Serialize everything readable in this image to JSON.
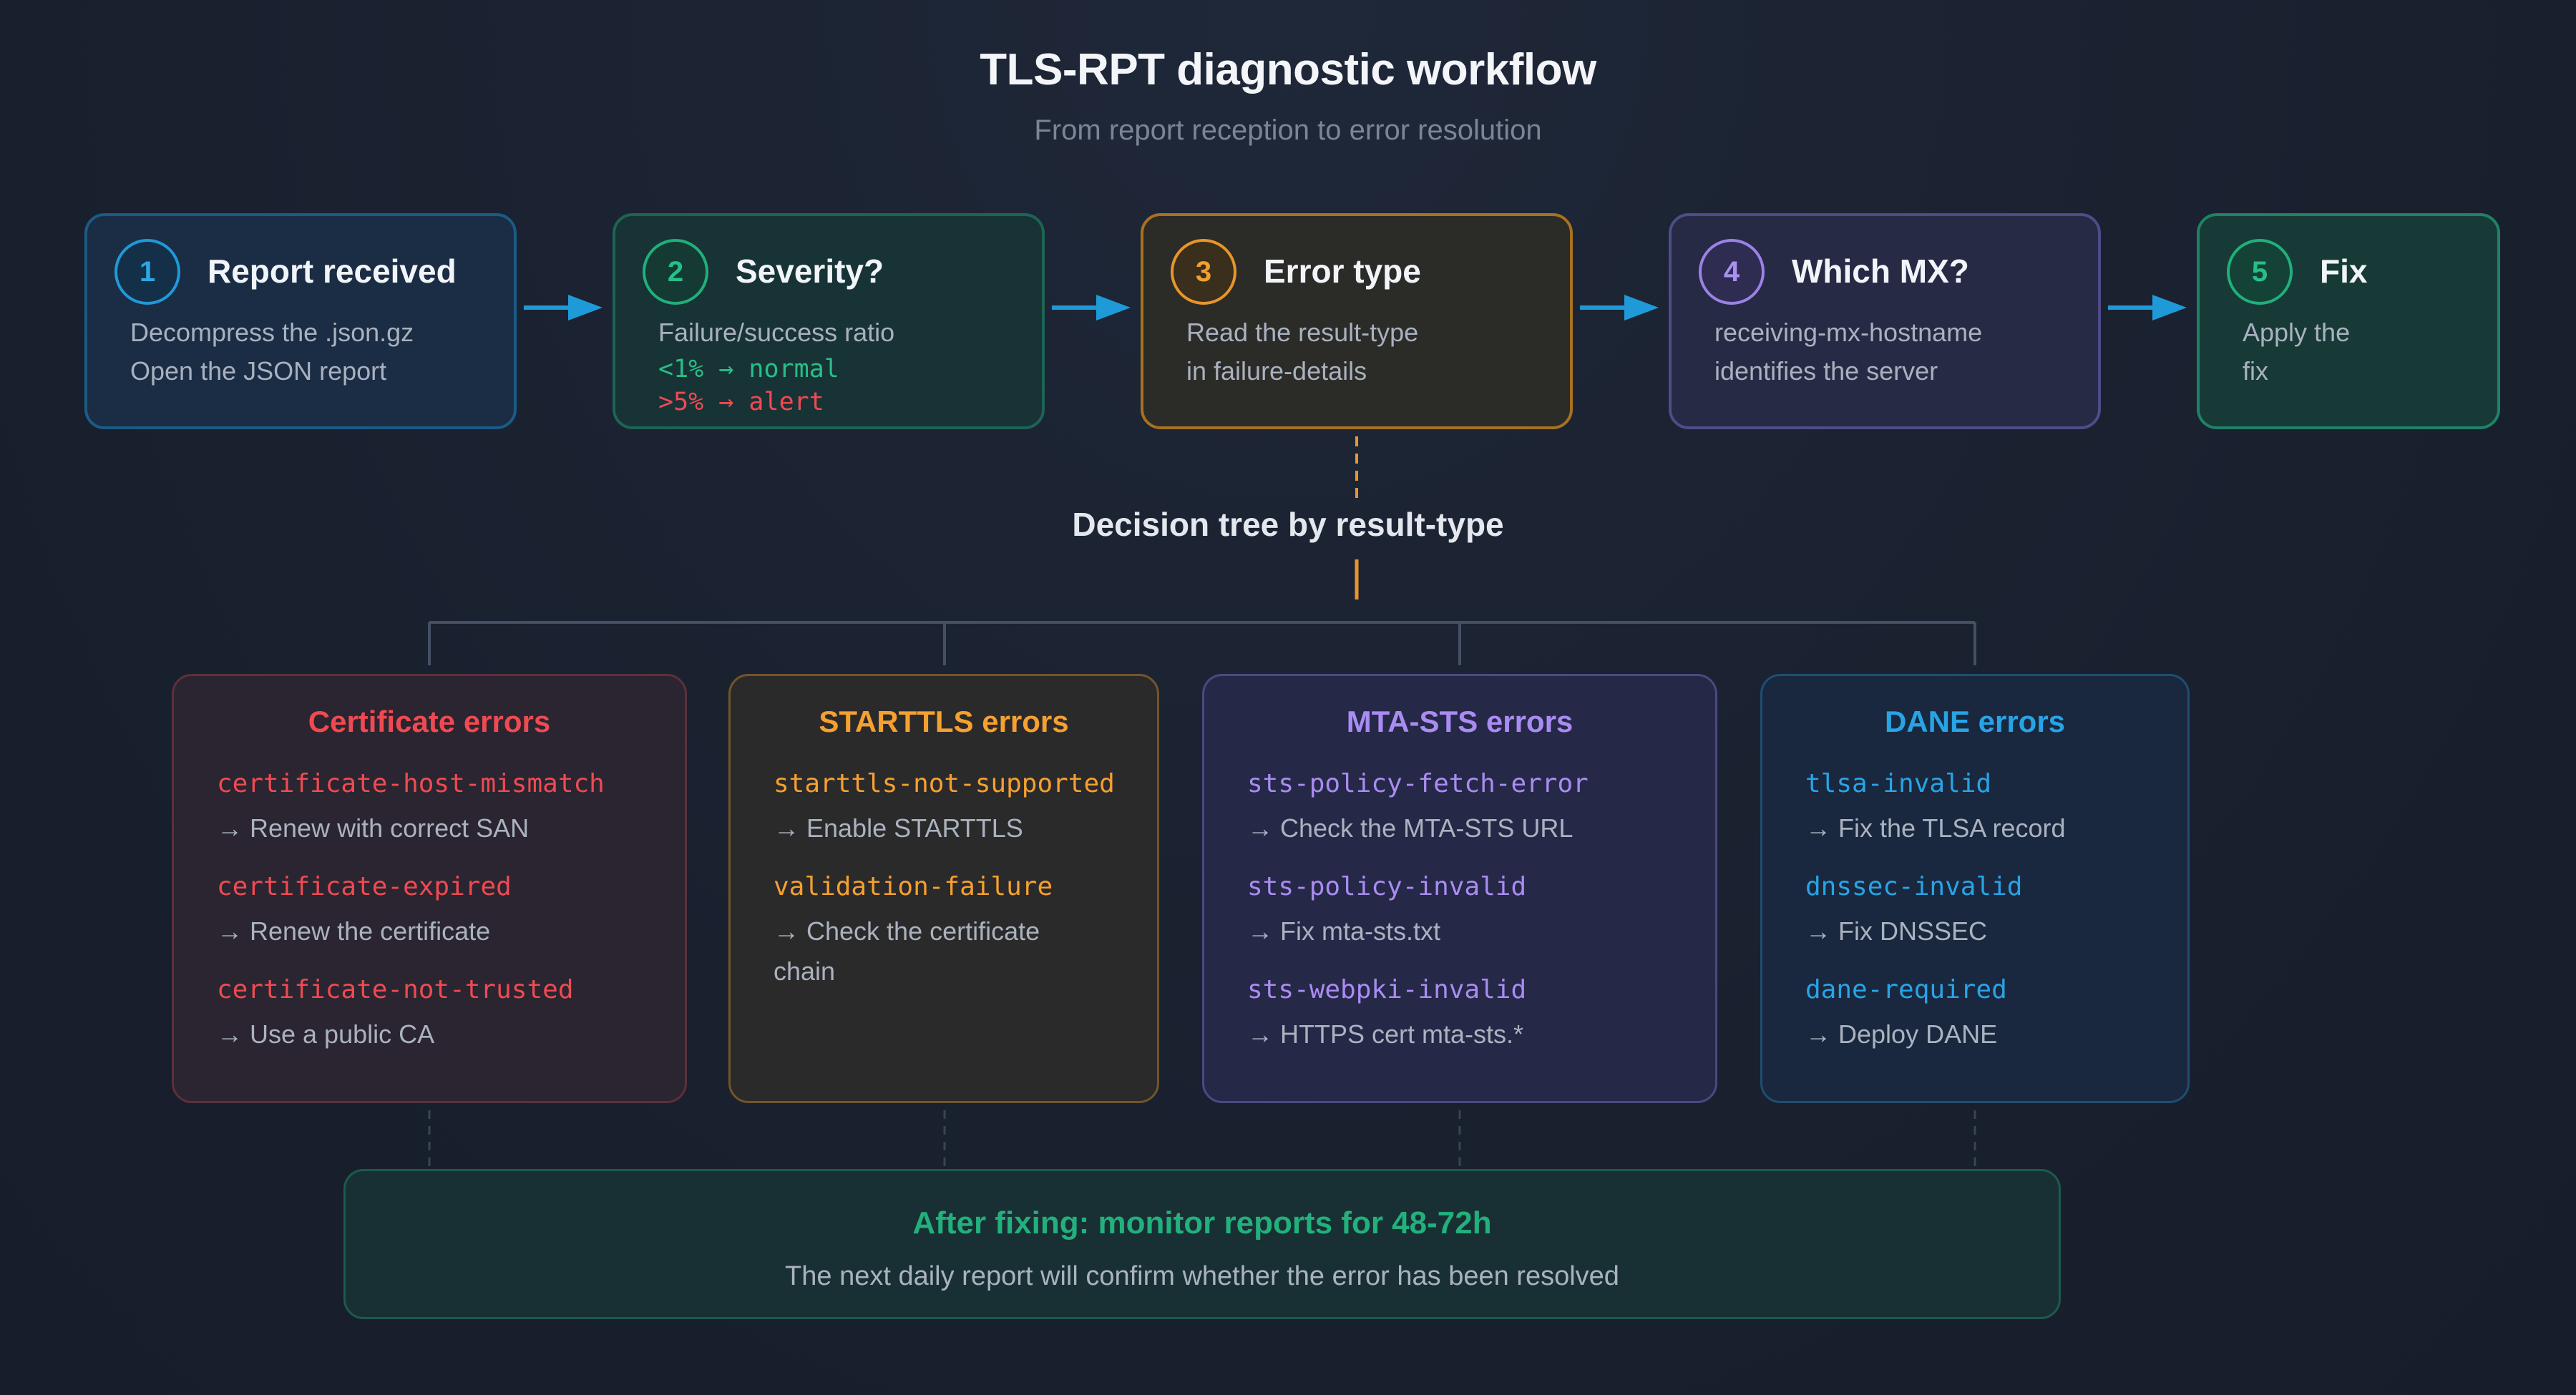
{
  "title": "TLS-RPT diagnostic workflow",
  "subtitle": "From report reception to error resolution",
  "colors": {
    "blue": "#2ea6e4",
    "green": "#27bf88",
    "orange": "#f0a030",
    "purple": "#a891f0",
    "red": "#ef4a52",
    "arrow": "#1f9ad8"
  },
  "steps": [
    {
      "number": "1",
      "title": "Report received",
      "lines": [
        "Decompress the .json.gz",
        "Open the JSON report"
      ]
    },
    {
      "number": "2",
      "title": "Severity?",
      "lines": [
        "Failure/success ratio"
      ],
      "thresholds": [
        "<1% → normal",
        ">5% → alert"
      ]
    },
    {
      "number": "3",
      "title": "Error type",
      "lines": [
        "Read the result-type",
        "in failure-details"
      ]
    },
    {
      "number": "4",
      "title": "Which MX?",
      "lines": [
        "receiving-mx-hostname",
        "identifies the server"
      ]
    },
    {
      "number": "5",
      "title": "Fix",
      "lines": [
        "Apply the",
        "fix"
      ]
    }
  ],
  "decision_tree_label": "Decision tree by result-type",
  "categories": [
    {
      "title": "Certificate errors",
      "items": [
        {
          "code": "certificate-host-mismatch",
          "action": "→ Renew with correct SAN"
        },
        {
          "code": "certificate-expired",
          "action": "→ Renew the certificate"
        },
        {
          "code": "certificate-not-trusted",
          "action": "→ Use a public CA"
        }
      ]
    },
    {
      "title": "STARTTLS errors",
      "items": [
        {
          "code": "starttls-not-supported",
          "action": "→ Enable STARTTLS"
        },
        {
          "code": "validation-failure",
          "action": "→ Check the certificate",
          "action_cont": "chain"
        }
      ]
    },
    {
      "title": "MTA-STS errors",
      "items": [
        {
          "code": "sts-policy-fetch-error",
          "action": "→ Check the MTA-STS URL"
        },
        {
          "code": "sts-policy-invalid",
          "action": "→ Fix mta-sts.txt"
        },
        {
          "code": "sts-webpki-invalid",
          "action": "→ HTTPS cert mta-sts.*"
        }
      ]
    },
    {
      "title": "DANE errors",
      "items": [
        {
          "code": "tlsa-invalid",
          "action": "→ Fix the TLSA record"
        },
        {
          "code": "dnssec-invalid",
          "action": "→ Fix DNSSEC"
        },
        {
          "code": "dane-required",
          "action": "→ Deploy DANE"
        }
      ]
    }
  ],
  "footer": {
    "title": "After fixing: monitor reports for 48-72h",
    "description": "The next daily report will confirm whether the error has been resolved"
  }
}
